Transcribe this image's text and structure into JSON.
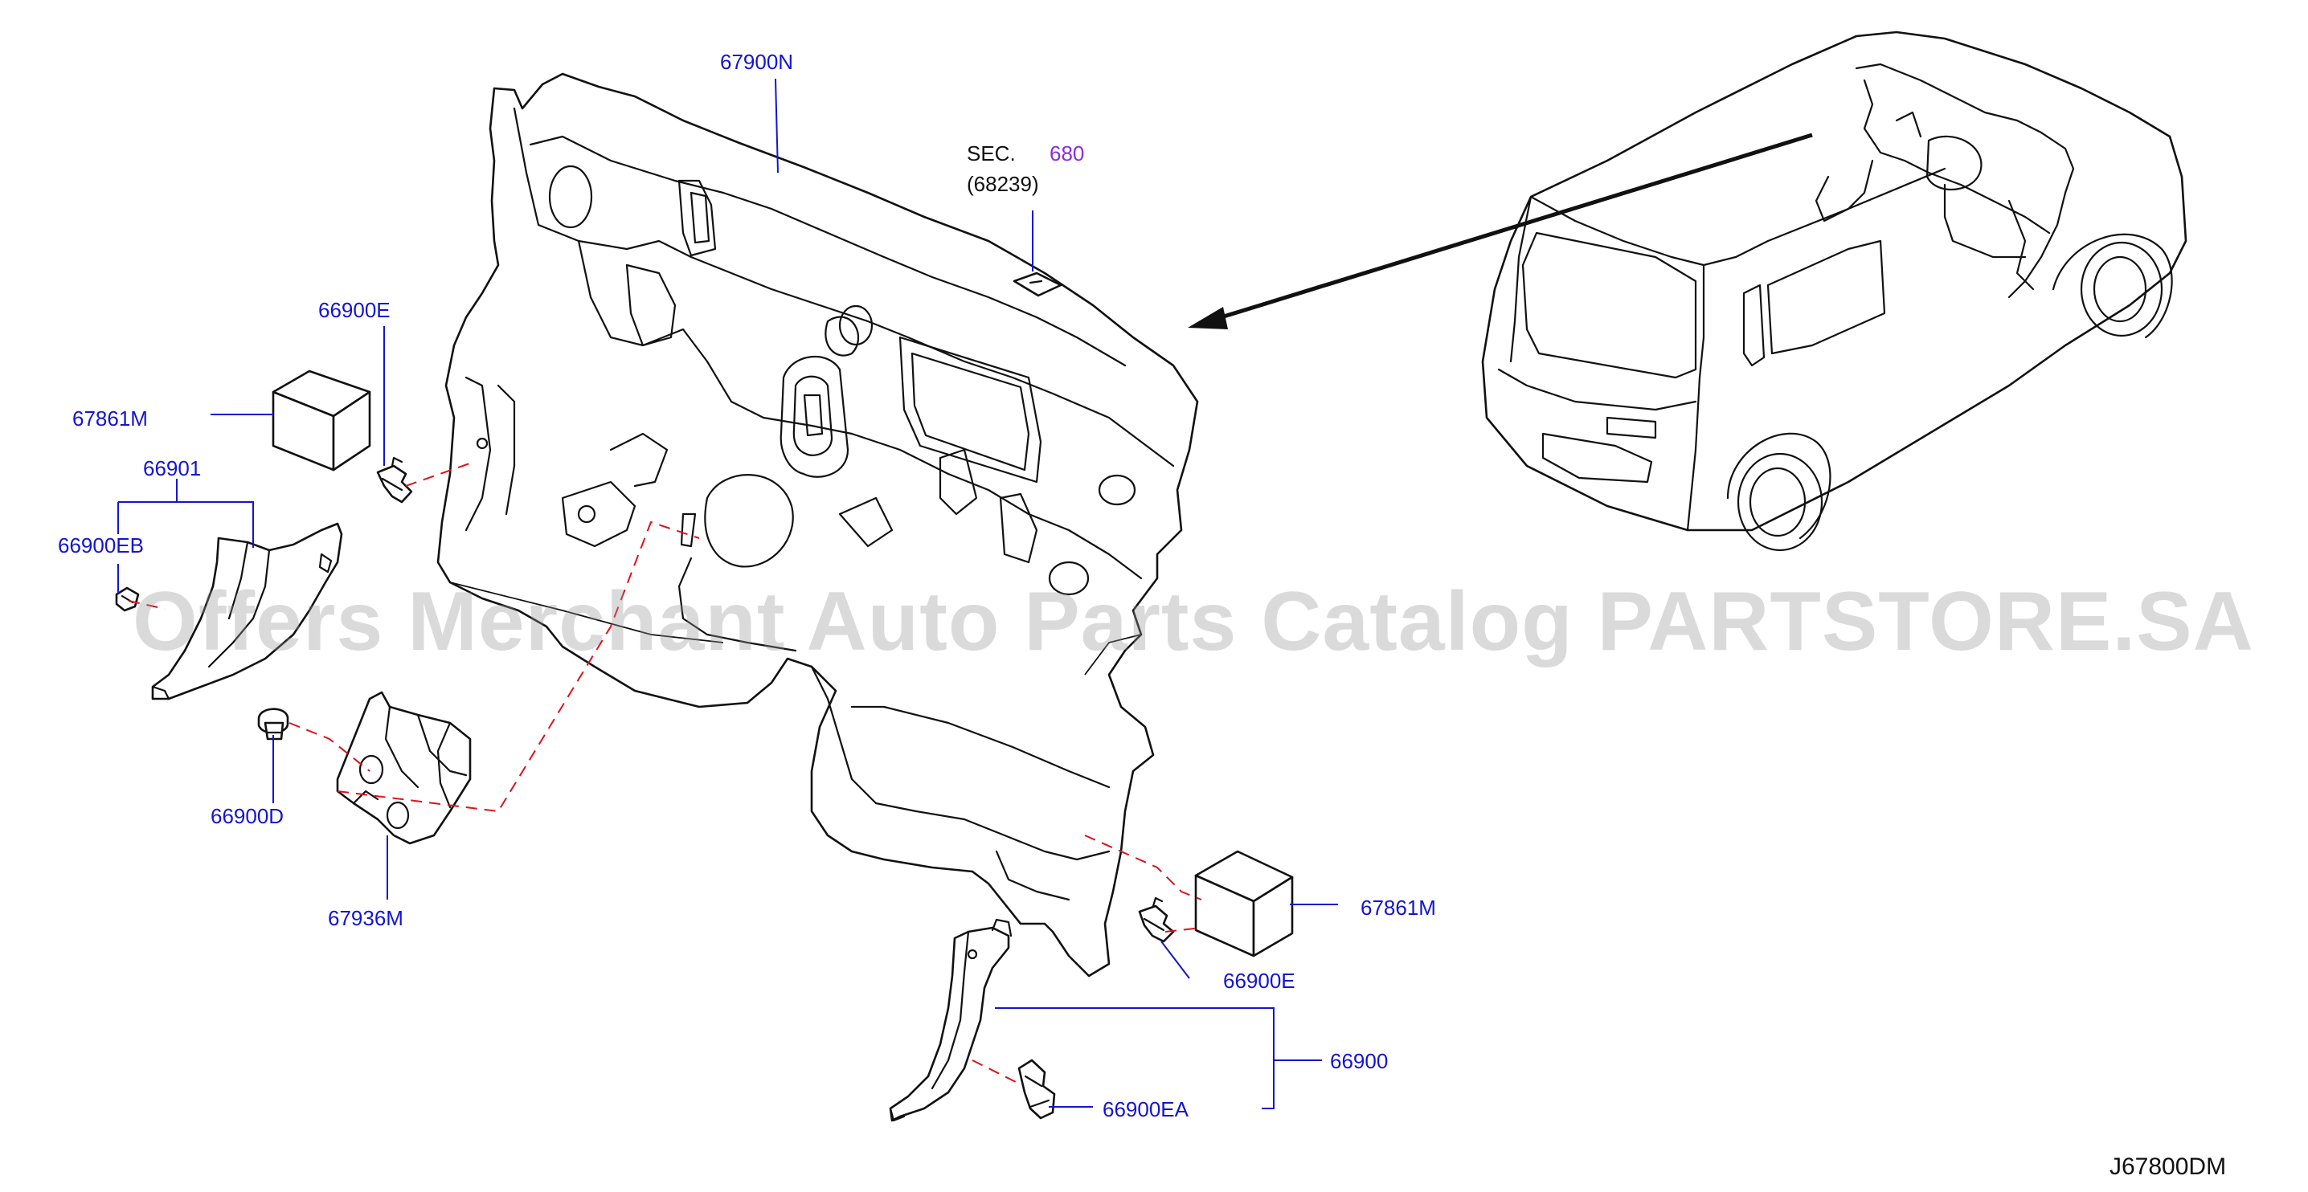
{
  "diagram": {
    "watermark": "Offers Merchant Auto Parts Catalog PARTSTORE.SA",
    "drawing_code": "J67800DM",
    "section_ref": {
      "prefix": "SEC.",
      "number": "680",
      "sub": "(68239)"
    },
    "callouts": {
      "dash_insulator": "67900N",
      "clip_upper_left": "66900E",
      "pad_left": "67861M",
      "finisher_left": "66901",
      "clip_left_eb": "66900EB",
      "grommet": "66900D",
      "bracket": "67936M",
      "pad_right": "67861M",
      "clip_lower_right": "66900E",
      "finisher_right": "66900",
      "clip_right_ea": "66900EA"
    },
    "colors": {
      "label": "#1414d2",
      "dashed_line": "#e0101a",
      "section_number": "#8a2be2"
    },
    "icons": [
      "dash-insulator-part",
      "vehicle-icon",
      "pad-part",
      "clip-part",
      "bracket-part",
      "grommet-part",
      "finisher-part"
    ]
  }
}
